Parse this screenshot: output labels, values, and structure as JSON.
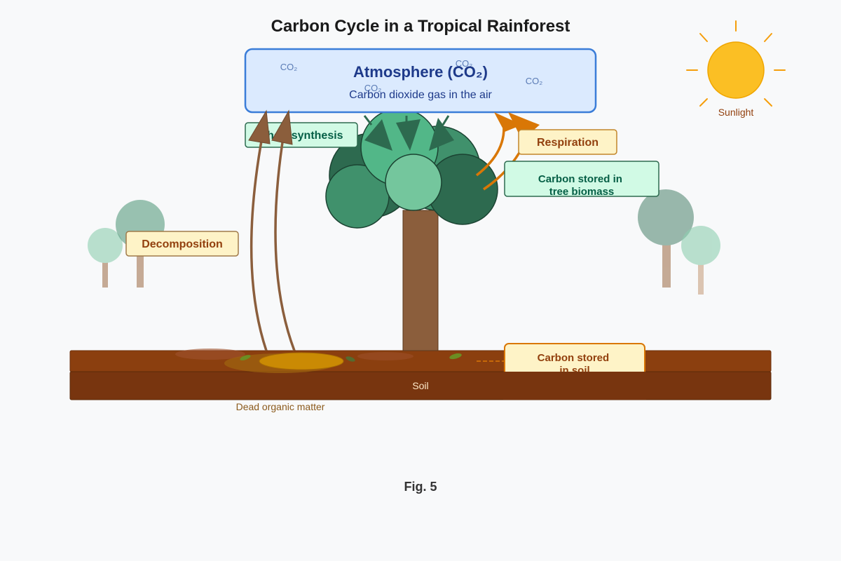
{
  "title": "Carbon Cycle in a Tropical Rainforest",
  "atmosphere": {
    "heading": "Atmosphere (CO₂)",
    "subtitle": "Carbon dioxide gas in the air",
    "molecule_label": "CO₂"
  },
  "sun": {
    "label": "Sunlight",
    "color": "#fbbf24"
  },
  "labels": {
    "photosynthesis": "Photosynthesis",
    "respiration": "Respiration",
    "decomposition": "Decomposition",
    "tree_storage_line1": "Carbon stored in",
    "tree_storage_line2": "tree biomass",
    "soil_storage_line1": "Carbon stored",
    "soil_storage_line2": "in soil",
    "soil": "Soil",
    "dead_matter": "Dead organic matter"
  },
  "caption": "Fig. 5",
  "colors": {
    "atmosphere_fill": "#dbeafe",
    "atmosphere_border": "#3b7dd8",
    "photosynthesis_arrow": "#8b5e3c",
    "respiration_arrow": "#d97706",
    "soil_top": "#8b3f0f",
    "soil_bottom": "#78350f",
    "tree_trunk": "#8b5e3c",
    "canopy_dark": "#2d6a4f",
    "canopy_light": "#52b788"
  }
}
